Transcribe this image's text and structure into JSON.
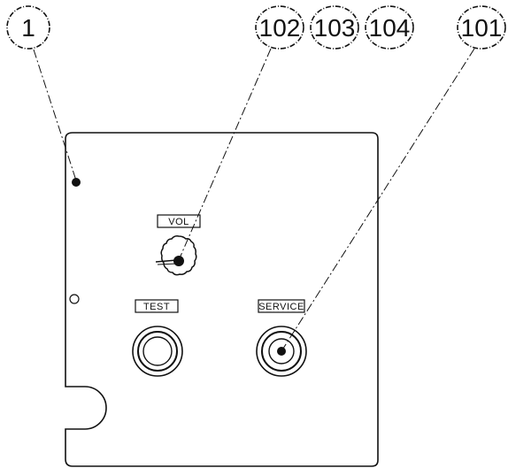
{
  "callouts": {
    "c1": "1",
    "c102": "102",
    "c103": "103",
    "c104": "104",
    "c101": "101"
  },
  "panel_labels": {
    "vol": "VOL",
    "test": "TEST",
    "service": "SERVICE"
  },
  "colors": {
    "ink": "#111111",
    "background": "#ffffff"
  }
}
